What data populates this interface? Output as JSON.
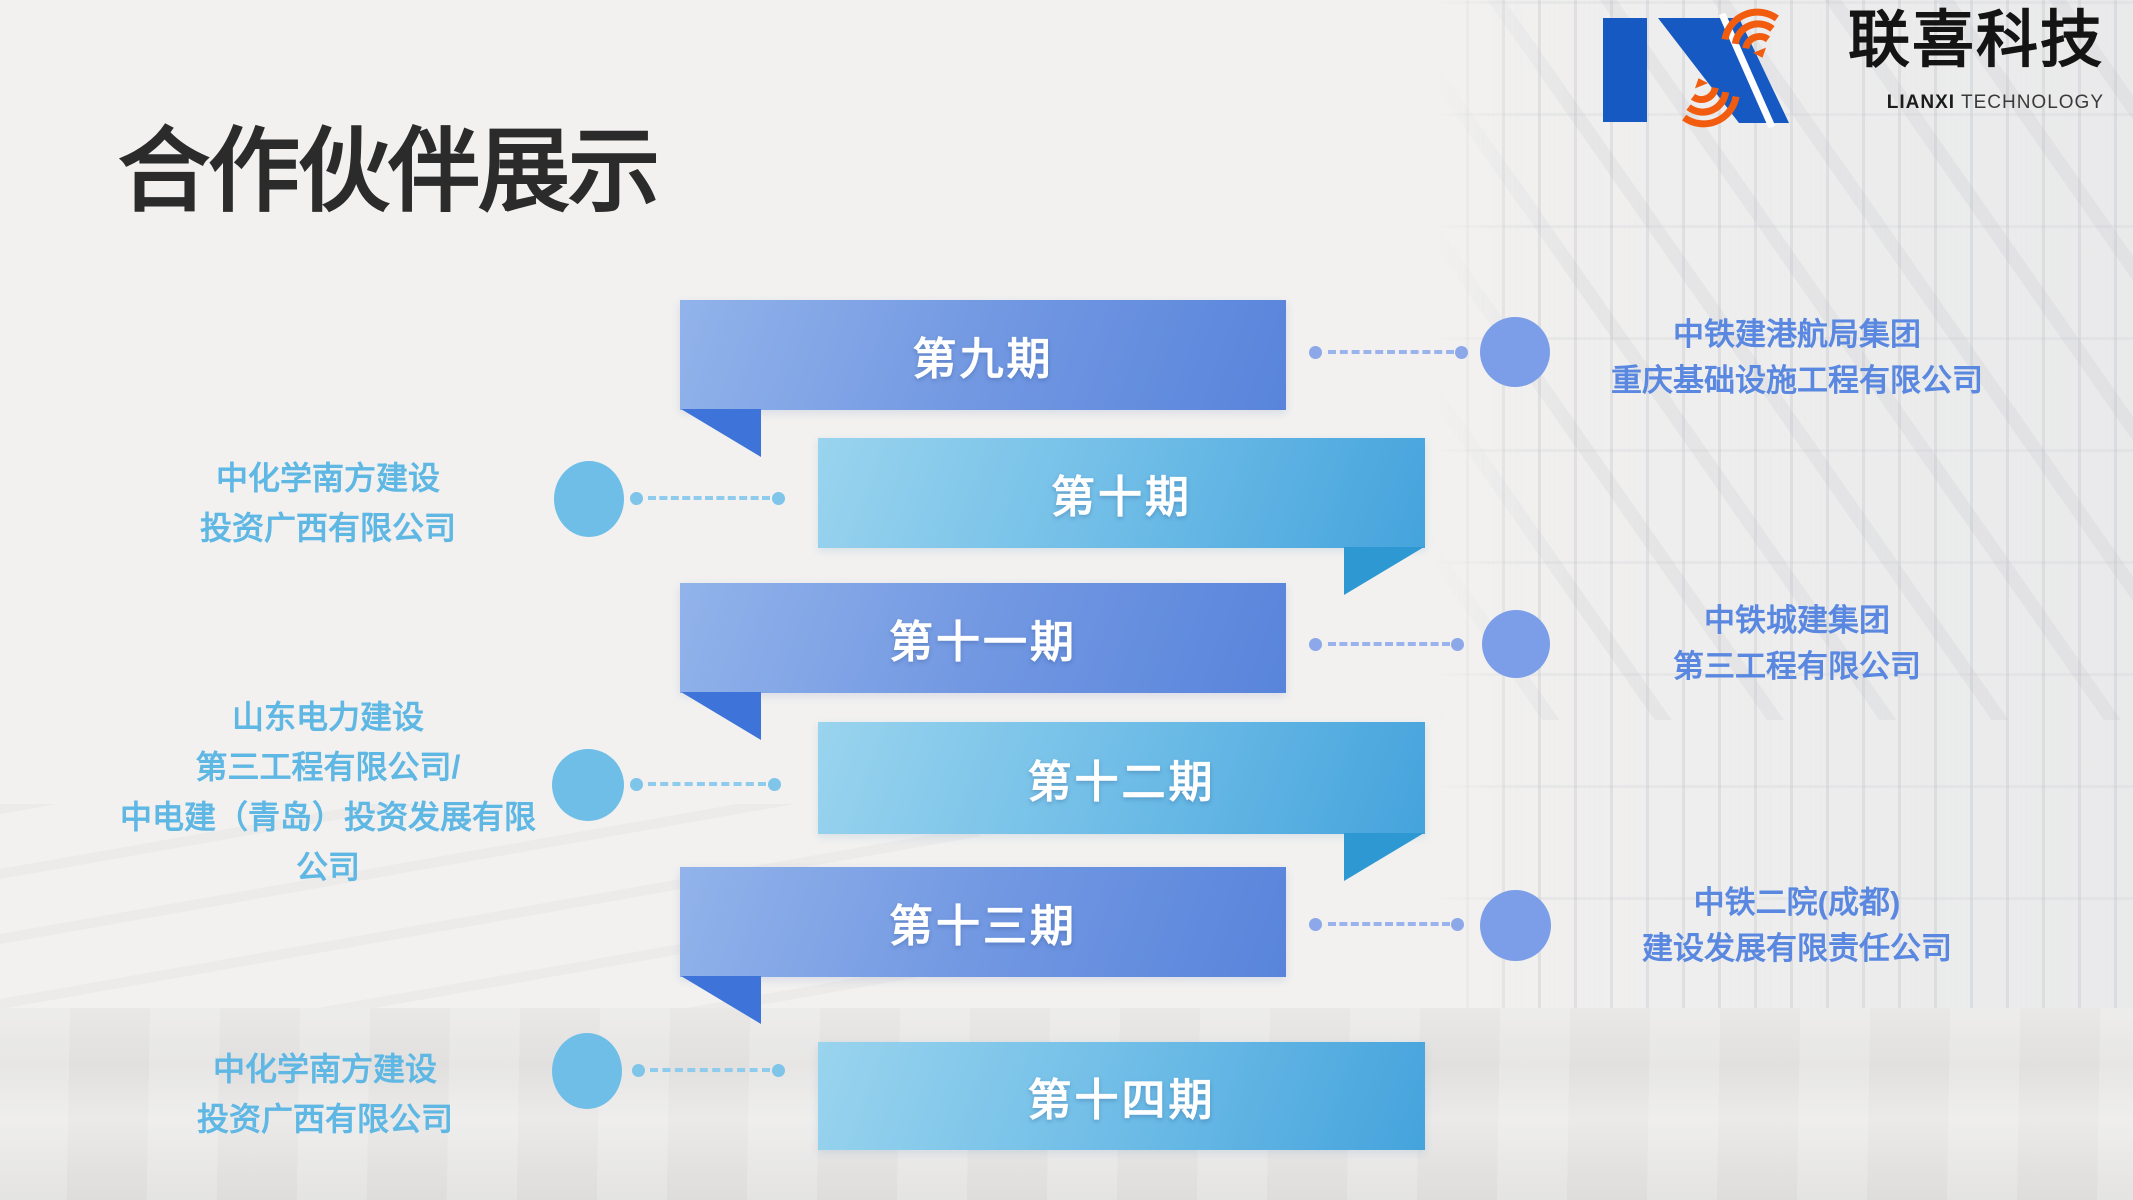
{
  "title": "合作伙伴展示",
  "logo": {
    "mark_icon": "lx-signal-mark-icon",
    "company_cn": "联喜科技",
    "company_en_bold": "LIANXI",
    "company_en_light": " TECHNOLOGY"
  },
  "colors": {
    "royal_ribbon_start": "#92B3EA",
    "royal_ribbon_end": "#5884DB",
    "royal_fold": "#3E74D9",
    "cyan_ribbon_start": "#9AD4EE",
    "cyan_ribbon_end": "#45A3DC",
    "cyan_fold": "#2E98D3",
    "left_circle": "#6FBEE7",
    "right_circle": "#7C9EE8",
    "left_partner_text": "#5FB7E4",
    "right_partner_text": "#5A88E0",
    "logo_blue": "#1659C2",
    "logo_orange": "#F25C0F",
    "title_color": "#2B2B2B"
  },
  "icons": {
    "logo_mark": "lx-signal-mark-icon",
    "connector_dot": "dot-icon",
    "connector_node": "circle-node-icon"
  },
  "rows": [
    {
      "period": "第九期",
      "side": "right",
      "partner_lines": [
        "中铁建港航局集团",
        "重庆基础设施工程有限公司"
      ]
    },
    {
      "period": "第十期",
      "side": "left",
      "partner_lines": [
        "中化学南方建设",
        "投资广西有限公司"
      ]
    },
    {
      "period": "第十一期",
      "side": "right",
      "partner_lines": [
        "中铁城建集团",
        "第三工程有限公司"
      ]
    },
    {
      "period": "第十二期",
      "side": "left",
      "partner_lines": [
        "山东电力建设",
        "第三工程有限公司/",
        "中电建（青岛）投资发展有限",
        "公司"
      ]
    },
    {
      "period": "第十三期",
      "side": "right",
      "partner_lines": [
        "中铁二院(成都)",
        "建设发展有限责任公司"
      ]
    },
    {
      "period": "第十四期",
      "side": "left",
      "partner_lines": [
        "中化学南方建设",
        "投资广西有限公司"
      ]
    }
  ]
}
